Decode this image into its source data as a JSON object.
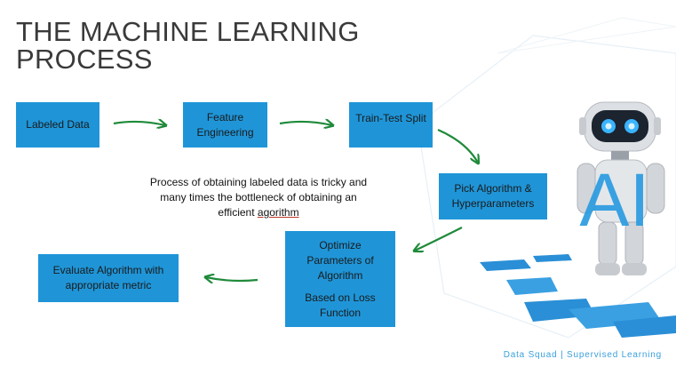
{
  "title": "THE MACHINE LEARNING PROCESS",
  "steps": {
    "labeled": "Labeled Data",
    "feature": "Feature Engineering",
    "split": "Train-Test Split",
    "pick": "Pick Algorithm & Hyperparameters",
    "optimize": "Optimize Parameters of Algorithm",
    "optimize_sub": "Based on Loss Function",
    "evaluate": "Evaluate Algorithm with appropriate metric"
  },
  "note": {
    "text": "Process of obtaining labeled data is tricky and many times the bottleneck of obtaining an efficient ",
    "underlined": "agorithm"
  },
  "robot_badge": "AI",
  "footer": "Data Squad | Supervised Learning",
  "colors": {
    "box": "#1f95d8",
    "arrow": "#1f8a3a",
    "footer": "#3aa0dc"
  }
}
